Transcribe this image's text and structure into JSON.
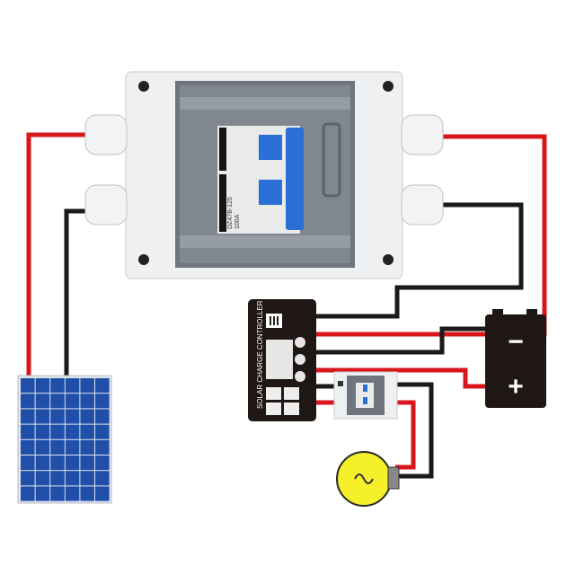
{
  "breaker": {
    "model": "DZ47B-125",
    "rating": "100A"
  },
  "controller": {
    "label": "SOLAR CHARGE CONTROLLER"
  },
  "battery": {
    "minus": "−",
    "plus": "+"
  },
  "colors": {
    "positive_wire": "#d8161b",
    "negative_wire": "#1a1a1a",
    "panel": "#1f4fa8",
    "bulb": "#f5f02a",
    "breaker_handle": "#2a6fd6"
  }
}
